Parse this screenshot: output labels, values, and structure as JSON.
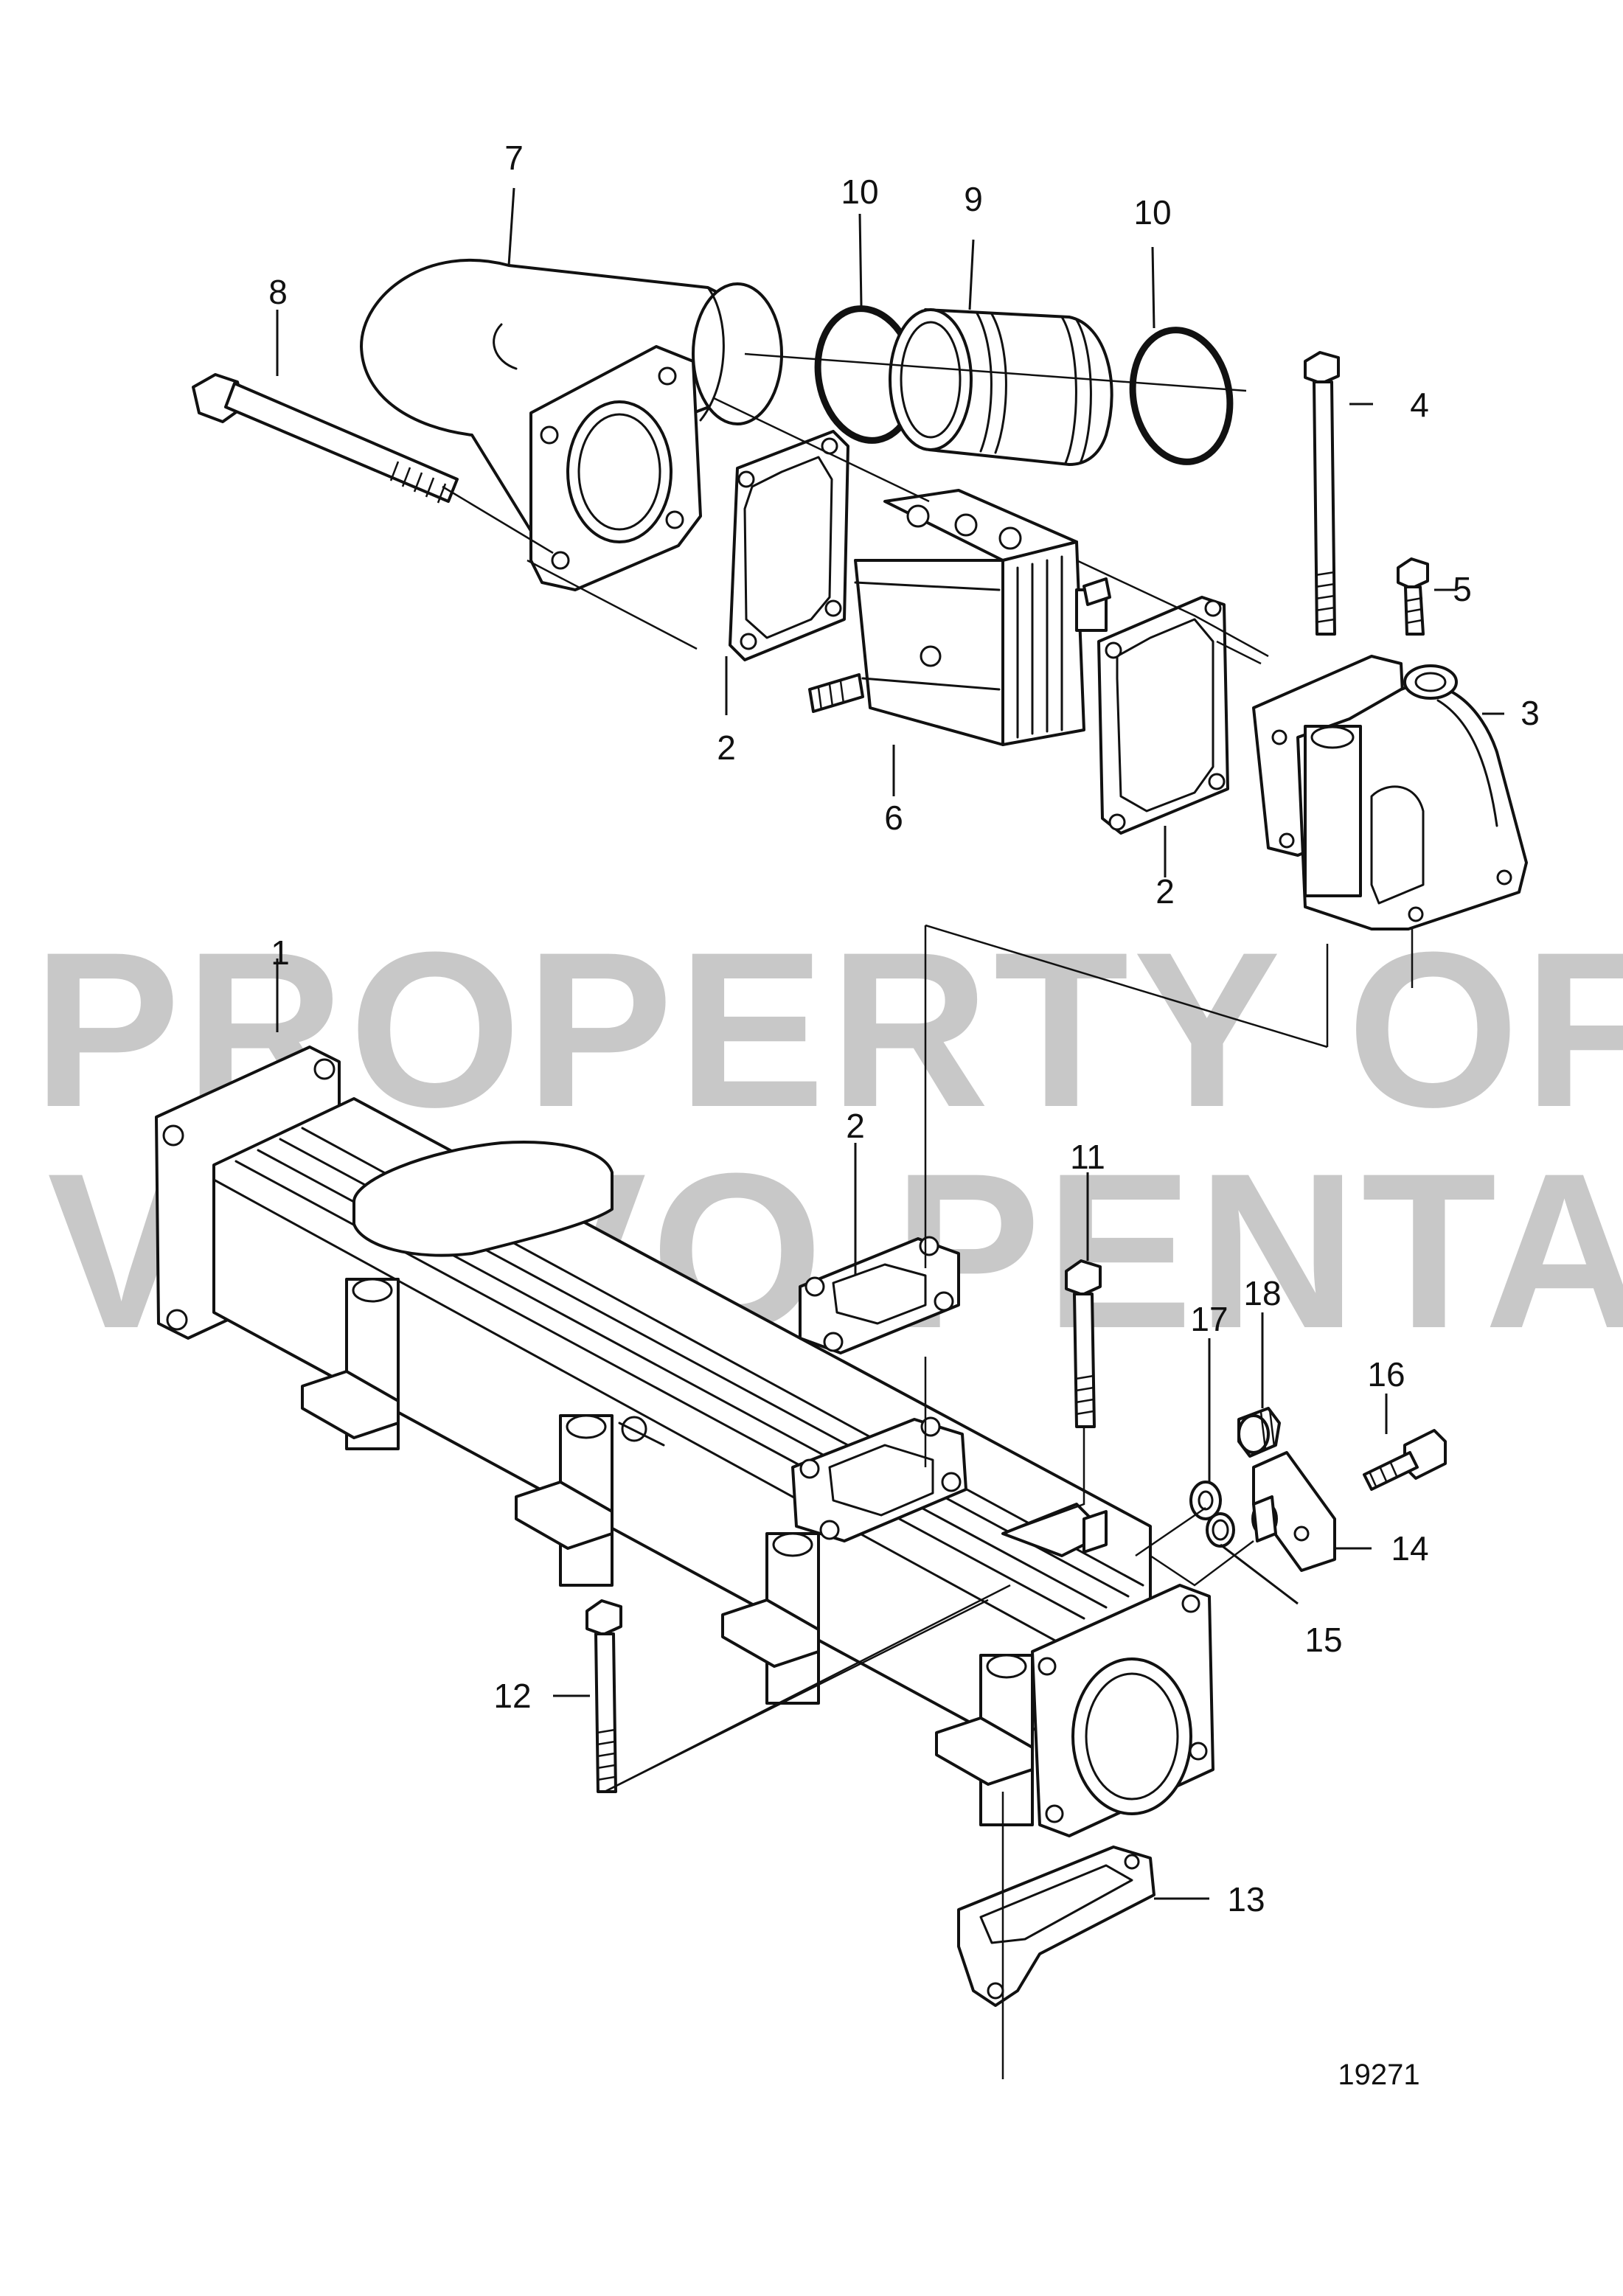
{
  "watermark": {
    "line1": "PROPERTY OF",
    "line2": "VOLVO PENTA"
  },
  "figure_number": "19271",
  "callouts": {
    "c1": "1",
    "c2a": "2",
    "c2b": "2",
    "c2c": "2",
    "c3": "3",
    "c4": "4",
    "c5": "5",
    "c6": "6",
    "c7": "7",
    "c8": "8",
    "c9": "9",
    "c10a": "10",
    "c10b": "10",
    "c11": "11",
    "c12": "12",
    "c13": "13",
    "c14": "14",
    "c15": "15",
    "c16": "16",
    "c17": "17",
    "c18": "18"
  }
}
